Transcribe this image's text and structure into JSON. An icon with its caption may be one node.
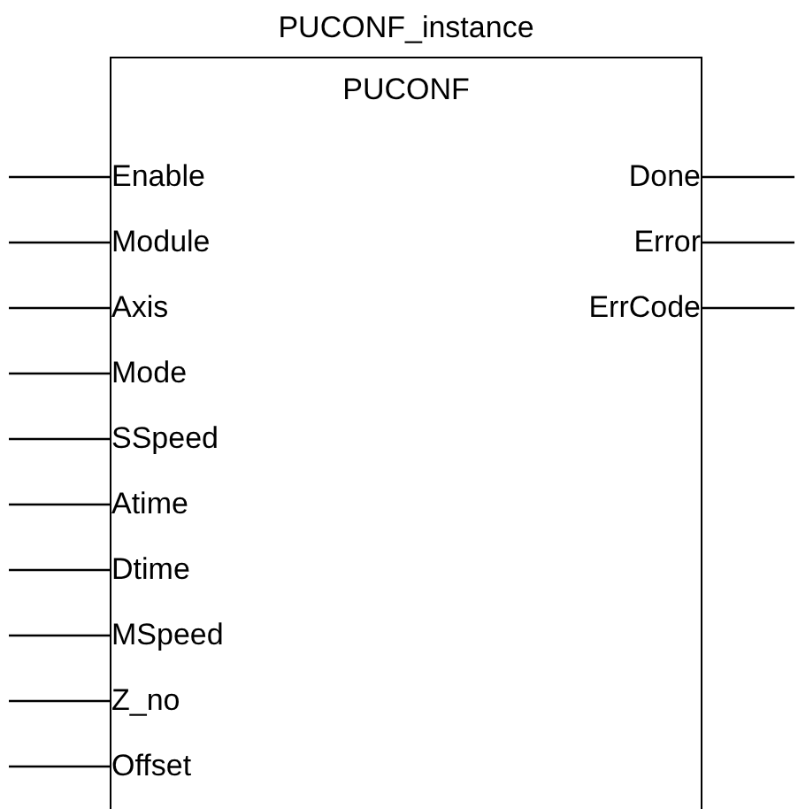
{
  "diagram": {
    "nodes": [
      {
        "text": [
          "PUCONF_instance",
          "PUCONF"
        ]
      },
      {
        "text": [
          "Enable"
        ],
        "in": 0
      },
      {
        "text": [
          "Done"
        ],
        "in": 0
      },
      {
        "text": [
          "Module"
        ],
        "in": 0
      },
      {
        "text": [
          "Error"
        ],
        "in": 0
      },
      {
        "text": [
          "Axis"
        ],
        "in": 0
      },
      {
        "text": [
          "ErrCode"
        ],
        "in": 0
      },
      {
        "text": [
          "Mode"
        ],
        "in": 0
      },
      {
        "text": [
          "SSpeed"
        ],
        "in": 0
      },
      {
        "text": [
          "Atime"
        ],
        "in": 0
      },
      {
        "text": [
          "Dtime"
        ],
        "in": 0
      },
      {
        "text": [
          "MSpeed"
        ],
        "in": 0
      },
      {
        "text": [
          "Z_no"
        ],
        "in": 0
      },
      {
        "text": [
          "Offset"
        ],
        "in": 0
      }
    ],
    "edges": [
      {
        "from": null,
        "to": 1,
        "arrow": "none"
      },
      {
        "from": 2,
        "to": null,
        "arrow": "none"
      },
      {
        "from": null,
        "to": 3,
        "arrow": "none"
      },
      {
        "from": 4,
        "to": null,
        "arrow": "none"
      },
      {
        "from": null,
        "to": 5,
        "arrow": "none"
      },
      {
        "from": 6,
        "to": null,
        "arrow": "none"
      },
      {
        "from": null,
        "to": 7,
        "arrow": "none"
      },
      {
        "from": null,
        "to": 8,
        "arrow": "none"
      },
      {
        "from": null,
        "to": 9,
        "arrow": "none"
      },
      {
        "from": null,
        "to": 10,
        "arrow": "none"
      },
      {
        "from": null,
        "to": 11,
        "arrow": "none"
      },
      {
        "from": null,
        "to": 12,
        "arrow": "none"
      },
      {
        "from": null,
        "to": 13,
        "arrow": "none"
      }
    ]
  }
}
